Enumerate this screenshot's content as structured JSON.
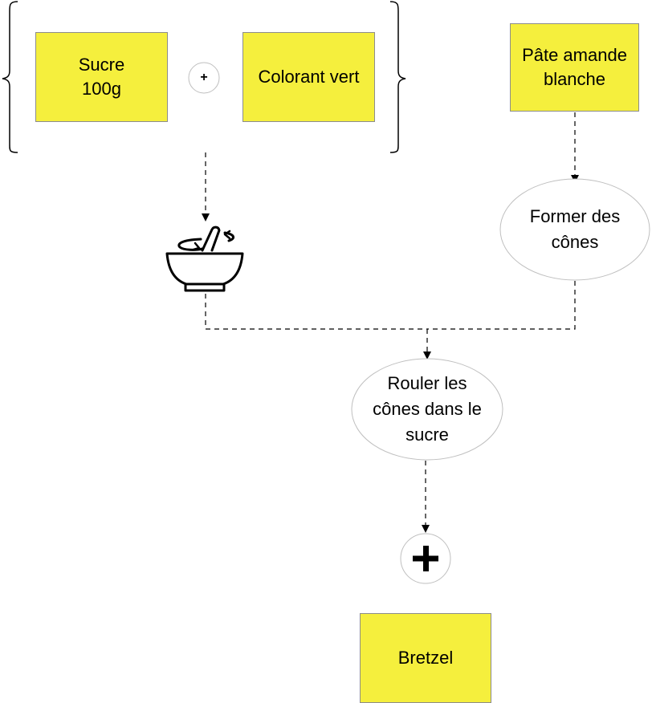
{
  "ingredients": {
    "sugar_line1": "Sucre",
    "sugar_line2": "100g",
    "plus": "+",
    "colorant": "Colorant vert",
    "almond_line1": "Pâte amande",
    "almond_line2": "blanche"
  },
  "steps": {
    "mix_icon": "mortar-pestle-icon",
    "shape_line1": "Former des",
    "shape_line2": "cônes",
    "roll_line1": "Rouler les",
    "roll_line2": "cônes dans le",
    "roll_line3": "sucre",
    "combine_icon": "plus-icon"
  },
  "result": {
    "label": "Bretzel"
  },
  "colors": {
    "ingredient_fill": "#f5ef3d",
    "stroke": "#000000"
  }
}
